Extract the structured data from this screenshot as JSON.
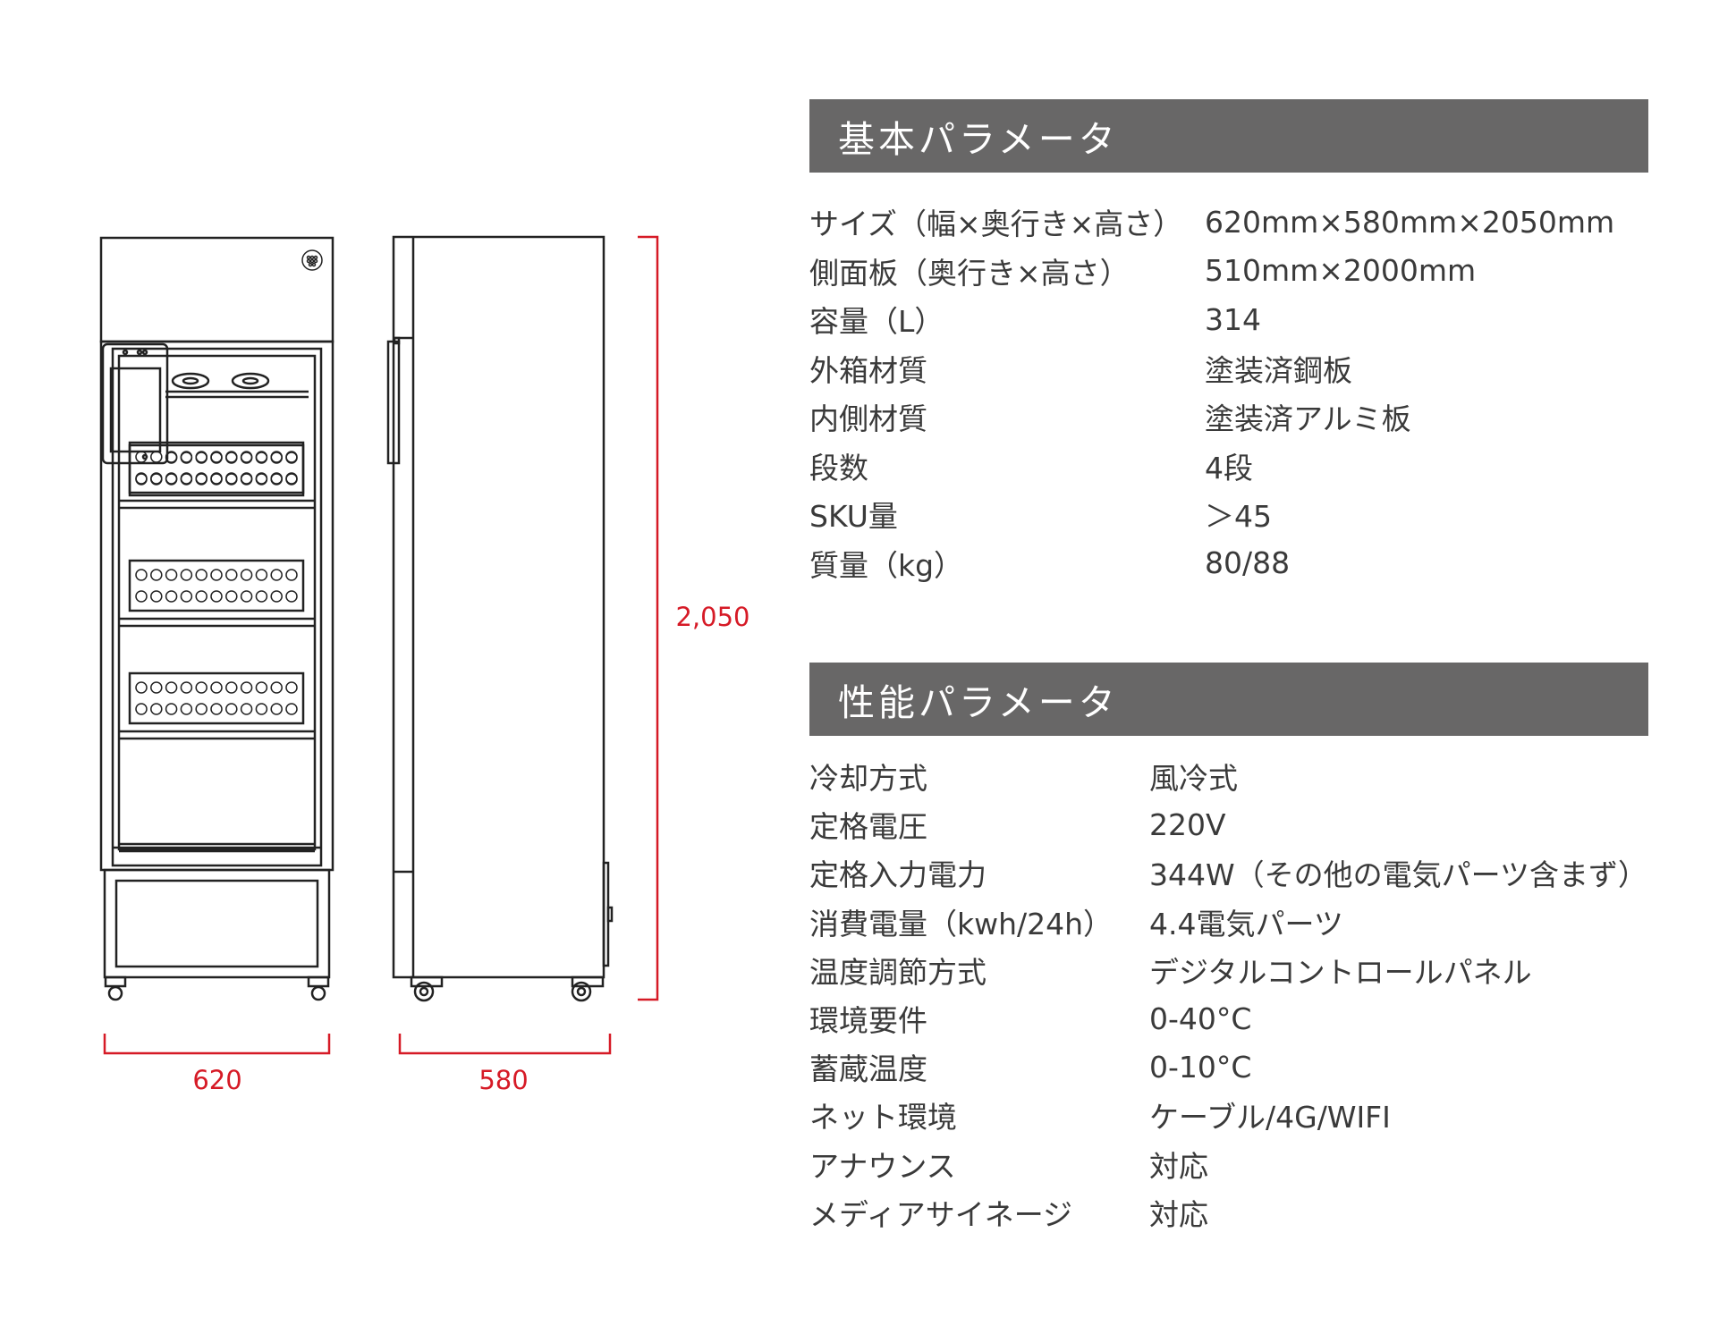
{
  "colors": {
    "dimension": "#d61a26",
    "header_bg": "#686767",
    "header_text": "#ffffff",
    "line": "#222222",
    "text": "#3a3a3a"
  },
  "dimensions": {
    "width": "620",
    "depth": "580",
    "height": "2,050"
  },
  "basic": {
    "title": "基本パラメータ",
    "rows": [
      {
        "label": "サイズ（幅×奥行き×高さ）",
        "value": "620mm×580mm×2050mm"
      },
      {
        "label": "側面板（奥行き×高さ）",
        "value": "510mm×2000mm"
      },
      {
        "label": "容量（L）",
        "value": "314"
      },
      {
        "label": "外箱材質",
        "value": "塗装済鋼板"
      },
      {
        "label": "内側材質",
        "value": "塗装済アルミ板"
      },
      {
        "label": "段数",
        "value": "4段"
      },
      {
        "label": "SKU量",
        "value": "＞45"
      },
      {
        "label": "質量（kg）",
        "value": "80/88"
      }
    ]
  },
  "performance": {
    "title": "性能パラメータ",
    "rows": [
      {
        "label": "冷却方式",
        "value": "風冷式"
      },
      {
        "label": "定格電圧",
        "value": "220V"
      },
      {
        "label": "定格入力電力",
        "value": "344W（その他の電気パーツ含まず）"
      },
      {
        "label": "消費電量（kwh/24h）",
        "value": "4.4電気パーツ"
      },
      {
        "label": "温度調節方式",
        "value": "デジタルコントロールパネル"
      },
      {
        "label": "環境要件",
        "value": "0-40°C"
      },
      {
        "label": "蓄蔵温度",
        "value": "0-10°C"
      },
      {
        "label": "ネット環境",
        "value": "ケーブル/4G/WIFI"
      },
      {
        "label": "アナウンス",
        "value": "対応"
      },
      {
        "label": "メディアサイネージ",
        "value": "対応"
      }
    ]
  }
}
